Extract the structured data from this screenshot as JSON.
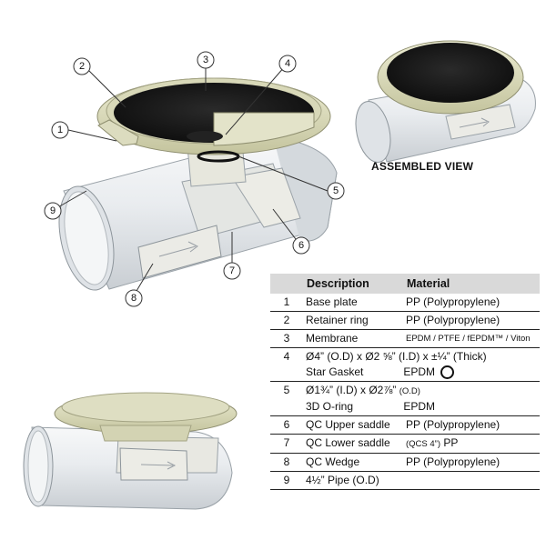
{
  "assembled_label": "ASSEMBLED VIEW",
  "callouts": [
    "1",
    "2",
    "3",
    "4",
    "5",
    "6",
    "7",
    "8",
    "9"
  ],
  "table": {
    "header_description": "Description",
    "header_material": "Material",
    "rows": [
      {
        "num": "1",
        "desc": "Base plate",
        "mat": "PP (Polypropylene)"
      },
      {
        "num": "2",
        "desc": "Retainer ring",
        "mat": "PP (Polypropylene)"
      },
      {
        "num": "3",
        "desc": "Membrane",
        "mat": "EPDM / PTFE / fEPDM™ / Viton"
      },
      {
        "num": "4",
        "desc": "Ø4” (O.D) x Ø2 ⅝” (I.D) x ±¼” (Thick)",
        "desc2": "Star Gasket",
        "mat2": "EPDM"
      },
      {
        "num": "5",
        "desc": "Ø1¾” (I.D) x  Ø2⅞”",
        "desc_small": "(O.D)",
        "desc2": "3D O-ring",
        "mat2": "EPDM"
      },
      {
        "num": "6",
        "desc": "QC Upper saddle",
        "mat": "PP (Polypropylene)"
      },
      {
        "num": "7",
        "desc": "QC Lower saddle",
        "mat_small": "(QCS 4”)",
        "mat": "PP"
      },
      {
        "num": "8",
        "desc": "QC Wedge",
        "mat": "PP (Polypropylene)"
      },
      {
        "num": "9",
        "desc": "4½” Pipe (O.D)",
        "mat": ""
      }
    ]
  },
  "colors": {
    "pipe": "#eef0f2",
    "ring": "#e6e6c8",
    "ring_dark": "#bdbd96",
    "membrane": "#1c1c1c",
    "header_bg": "#d9d9d9"
  }
}
